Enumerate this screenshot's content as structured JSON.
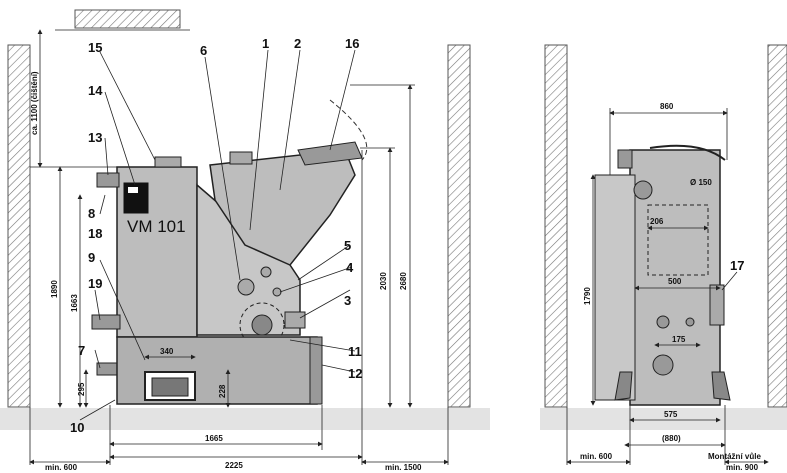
{
  "model_label": "VM 101",
  "part_numbers": {
    "n1": "1",
    "n2": "2",
    "n3": "3",
    "n4": "4",
    "n5": "5",
    "n6": "6",
    "n7": "7",
    "n8": "8",
    "n9": "9",
    "n10": "10",
    "n11": "11",
    "n12": "12",
    "n13": "13",
    "n14": "14",
    "n15": "15",
    "n16": "16",
    "n17": "17",
    "n18": "18",
    "n19": "19"
  },
  "side_view": {
    "clearance_top": "ca. 1100 (čištění)",
    "height_1890": "1890",
    "height_1663": "1663",
    "height_295": "295",
    "width_340": "340",
    "height_228": "228",
    "height_2030": "2030",
    "height_2680": "2680",
    "width_1665": "1665",
    "width_2225": "2225",
    "min_left": "min. 600",
    "min_right": "min. 1500"
  },
  "front_view": {
    "width_860": "860",
    "diameter_150": "Ø 150",
    "width_206": "206",
    "height_1790": "1790",
    "width_500": "500",
    "width_175": "175",
    "width_575": "575",
    "width_880": "(880)",
    "min_left": "min. 600",
    "mount_clearance": "Montážní vůle",
    "mount_min": "min. 900"
  }
}
